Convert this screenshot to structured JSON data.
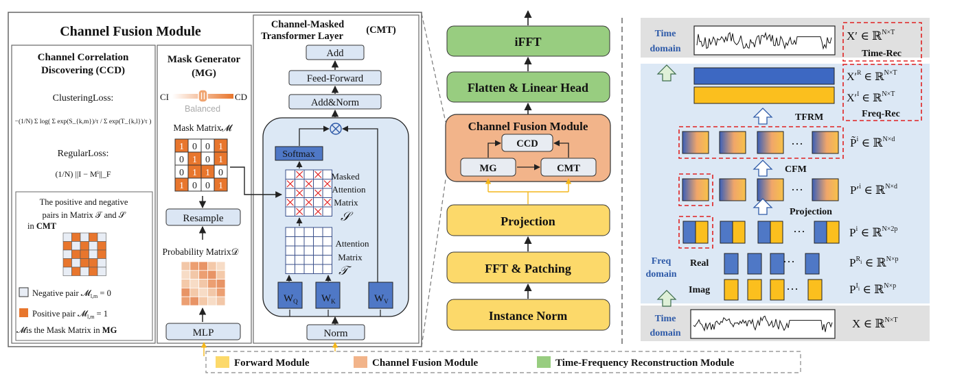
{
  "cfm_panel": {
    "title": "Channel Fusion Module",
    "ccd": {
      "title_line1": "Channel Correlation",
      "title_line2": "Discovering (CCD)",
      "clustering_loss": "ClusteringLoss:",
      "clustering_formula": "−(1/N) Σ log( Σ exp(S_{k,m})/τ / Σ exp(T_{k,l})/τ )",
      "regular_loss": "RegularLoss:",
      "regular_formula": "(1/N) ||I − Mⁱ||_F",
      "pairs_line1": "The positive and negative",
      "pairs_line2": "pairs in Matrix 𝒯 and 𝒮",
      "pairs_line3_a": "in ",
      "pairs_line3_b": "CMT",
      "negative_pair": "Negative pair 𝓜",
      "negative_pair_sub": "l,m",
      "negative_pair_val": " = 0",
      "positive_pair": "Positive pair  𝓜",
      "positive_pair_sub": "l,m",
      "positive_pair_val": " = 1",
      "mask_note_a": "𝓜is the Mask Matrix in ",
      "mask_note_b": "MG"
    },
    "mg": {
      "title_line1": "Mask Generator",
      "title_line2": "(MG)",
      "ci_label": "CI",
      "cd_label": "CD",
      "balanced_label": "Balanced",
      "mask_matrix_label": "Mask Matrix𝓜",
      "mask_rows": [
        [
          "1",
          "0",
          "0",
          "1"
        ],
        [
          "0",
          "1",
          "0",
          "1"
        ],
        [
          "0",
          "1",
          "1",
          "0"
        ],
        [
          "1",
          "0",
          "0",
          "1"
        ]
      ],
      "resample": "Resample",
      "prob_matrix_label": "Probability Matrix𝒟",
      "mlp": "MLP"
    },
    "cmt": {
      "title_line1": "Channel-Masked",
      "title_line2": "Transformer Layer",
      "title_abbr": "(CMT)",
      "add": "Add",
      "feed_forward": "Feed-Forward",
      "add_norm": "Add&Norm",
      "softmax": "Softmax",
      "masked_line1": "Masked",
      "masked_line2": "Attention",
      "masked_line3": "Matrix",
      "masked_sym": "𝒮",
      "attn_line1": "Attention",
      "attn_line2": "Matrix",
      "attn_sym": "𝒯",
      "wq": "W",
      "wq_sub": "Q",
      "wk": "W",
      "wk_sub": "K",
      "wv": "W",
      "wv_sub": "V",
      "norm": "Norm"
    }
  },
  "pipeline": {
    "ifft": "iFFT",
    "flatten": "Flatten & Linear Head",
    "cfm_title": "Channel Fusion Module",
    "ccd": "CCD",
    "mg": "MG",
    "cmt": "CMT",
    "projection": "Projection",
    "fft_patching": "FFT & Patching",
    "instance_norm": "Instance Norm"
  },
  "right_panel": {
    "time_domain_top": [
      "Time",
      "domain"
    ],
    "x_prime": "X′ ∈ ℝ",
    "x_prime_sup": "N×T",
    "time_rec": "Time-Rec",
    "xr_prime": "X′",
    "xr_prime_sup": "R",
    "xr_rest": " ∈ ℝ",
    "xr_dim": "N×T",
    "xi_prime": "X′",
    "xi_prime_sup": "I",
    "xi_rest": " ∈ ℝ",
    "xi_dim": "N×T",
    "freq_rec": "Freq-Rec",
    "tfrm": "TFRM",
    "p_tilde": "P̃",
    "p_tilde_sup": "i",
    "p_tilde_rest": " ∈ ℝ",
    "p_tilde_dim": "N×d",
    "cfm": "CFM",
    "p_prime": "P′",
    "p_prime_sup": "i",
    "p_prime_rest": " ∈ ℝ",
    "p_prime_dim": "N×d",
    "projection": "Projection",
    "p": "P",
    "p_sup": "i",
    "p_rest": "  ∈ ℝ",
    "p_dim": "N×2p",
    "freq_domain": [
      "Freq",
      "domain"
    ],
    "real": "Real",
    "imag": "Imag",
    "pr": "P",
    "pr_sup": "R",
    "pr_sub": "i",
    "pr_rest": "  ∈ ℝ",
    "pr_dim": "N×p",
    "pi": "P",
    "pi_sup": "I",
    "pi_sub": "i",
    "pi_rest": "  ∈ ℝ",
    "pi_dim": "N×p",
    "time_domain_bottom": [
      "Time",
      "domain"
    ],
    "x": "X ∈ ℝ",
    "x_dim": "N×T",
    "dots": "···"
  },
  "legend": {
    "forward": "Forward Module",
    "cfm": "Channel Fusion Module",
    "tfrm": "Time-Frequency Reconstruction Module"
  },
  "colors": {
    "yellow": "#fcd96a",
    "orange": "#f2b48a",
    "green": "#98cd80",
    "blue_box": "#4f78c6",
    "light_blue": "#dce8f5",
    "mask_orange": "#e8762d",
    "gold": "#fbbf1e"
  }
}
